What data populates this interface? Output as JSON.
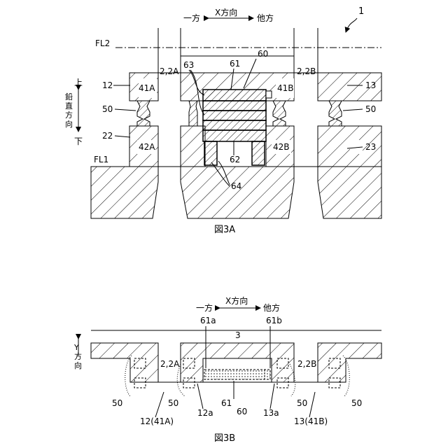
{
  "figure_3a": {
    "caption": "図3A",
    "direction": {
      "left": "一方",
      "axis": "X方向",
      "right": "他方"
    },
    "vertical": {
      "up": "上",
      "axis": "鉛直方向",
      "down": "下"
    },
    "labels": {
      "ref_1": "1",
      "fl2": "FL2",
      "fl1": "FL1",
      "c_2_2a": "2,2A",
      "c_2_2b": "2,2B",
      "n60": "60",
      "n61": "61",
      "n63": "63",
      "n62": "62",
      "n64": "64",
      "n12": "12",
      "n13": "13",
      "n41a": "41A",
      "n41b": "41B",
      "n50_left": "50",
      "n50_right": "50",
      "n22": "22",
      "n23": "23",
      "n42a": "42A",
      "n42b": "42B"
    }
  },
  "figure_3b": {
    "caption": "図3B",
    "direction": {
      "left": "一方",
      "axis": "X方向",
      "right": "他方"
    },
    "y_axis": "Y方向",
    "labels": {
      "n3": "3",
      "n61a": "61a",
      "n61b": "61b",
      "c_2_2a": "2,2A",
      "c_2_2b": "2,2B",
      "n50_1": "50",
      "n50_2": "50",
      "n50_3": "50",
      "n50_4": "50",
      "n12a": "12a",
      "n13a": "13a",
      "n61": "61",
      "n60": "60",
      "n12_41a": "12(41A)",
      "n13_41b": "13(41B)"
    }
  }
}
